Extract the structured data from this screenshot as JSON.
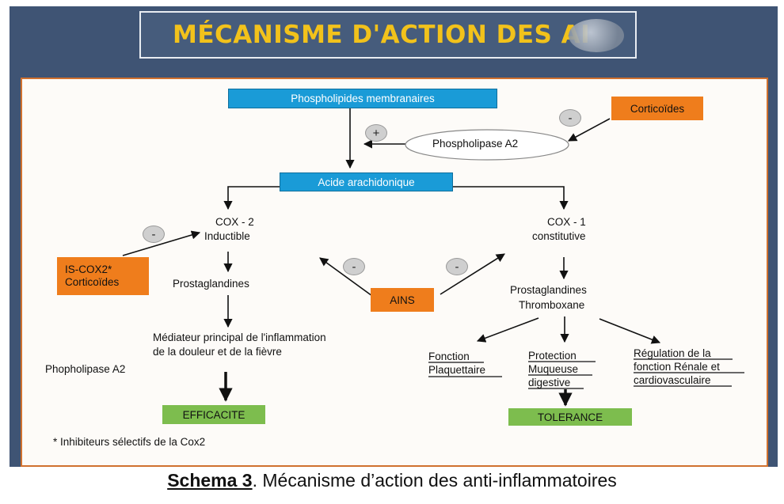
{
  "title": "MÉCANISME D'ACTION DES AI",
  "boxes": {
    "phospholipides": "Phospholipides membranaires",
    "acide": "Acide arachidonique",
    "corticoides_top": "Corticoïdes",
    "phospholipase_ellipse": "Phospholipase A2",
    "is_cox2_line1": "IS-COX2*",
    "is_cox2_line2": "Corticoïdes",
    "ains": "AINS",
    "efficacite": "EFFICACITE",
    "tolerance": "TOLERANCE"
  },
  "signs": {
    "plus": "+",
    "minus": "-"
  },
  "texts": {
    "cox2_line1": "COX - 2",
    "cox2_line2": "Inductible",
    "cox1_line1": "COX - 1",
    "cox1_line2": "constitutive",
    "prostaglandines_left": "Prostaglandines",
    "prostaglandines_right": "Prostaglandines",
    "thromboxane": "Thromboxane",
    "mediateur_line1": "Médiateur principal de l'inflammation",
    "mediateur_line2": "de la douleur et de la fièvre",
    "phopholipase_left": "Phopholipase A2",
    "fonction_line1": "Fonction",
    "fonction_line2": "Plaquettaire",
    "protection_line1": "Protection",
    "protection_line2": "Muqueuse",
    "protection_line3": "digestive",
    "regulation_line1": "Régulation de la",
    "regulation_line2": "fonction Rénale et",
    "regulation_line3": "cardiovasculaire",
    "footnote": "* Inhibiteurs sélectifs de la Cox2"
  },
  "caption": {
    "bold": "Schema 3",
    "rest": ". Mécanisme d’action des anti-inflammatoires"
  },
  "colors": {
    "slide_bg": "#3f5474",
    "title_text": "#f2c21b",
    "panel_border": "#d0712f",
    "blue_box": "#1a9bd7",
    "orange_box": "#ef7d1c",
    "green_box": "#7dbd4e"
  }
}
